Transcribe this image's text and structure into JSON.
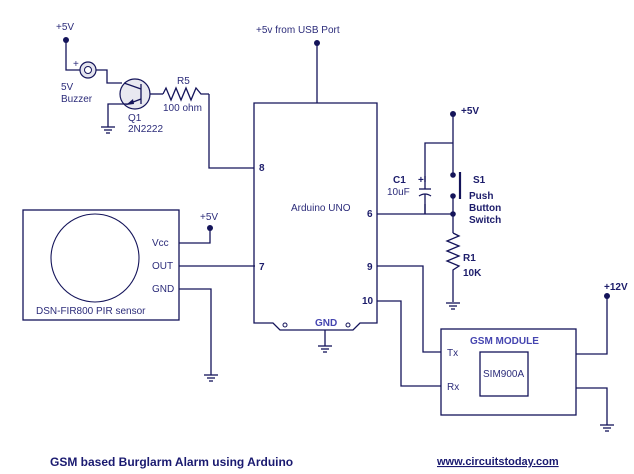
{
  "title": "GSM based Burglarm Alarm using Arduino",
  "website": "www.circuitstoday.com",
  "colors": {
    "wire": "#14145a",
    "text": "#2c2c7a",
    "background": "#ffffff"
  },
  "buzzer_section": {
    "supply_label": "+5V",
    "buzzer_plus": "+",
    "buzzer_label_line1": "5V",
    "buzzer_label_line2": "Buzzer",
    "transistor_ref": "Q1",
    "transistor_part": "2N2222",
    "resistor_ref": "R5",
    "resistor_value": "100 ohm"
  },
  "arduino": {
    "supply_label": "+5v from USB Port",
    "name": "Arduino UNO",
    "gnd_label": "GND",
    "pins": {
      "p8": "8",
      "p7": "7",
      "p6": "6",
      "p9": "9",
      "p10": "10"
    }
  },
  "pir_sensor": {
    "name": "DSN-FIR800 PIR sensor",
    "pin_vcc": "Vcc",
    "pin_out": "OUT",
    "pin_gnd": "GND",
    "supply_label": "+5V"
  },
  "switch_section": {
    "supply_label": "+5V",
    "cap_ref": "C1",
    "cap_value": "10uF",
    "cap_plus": "+",
    "switch_ref": "S1",
    "switch_line1": "Push",
    "switch_line2": "Button",
    "switch_line3": "Switch",
    "resistor_ref": "R1",
    "resistor_value": "10K"
  },
  "gsm_module": {
    "name": "GSM MODULE",
    "chip": "SIM900A",
    "pin_tx": "Tx",
    "pin_rx": "Rx",
    "supply_label": "+12V"
  }
}
